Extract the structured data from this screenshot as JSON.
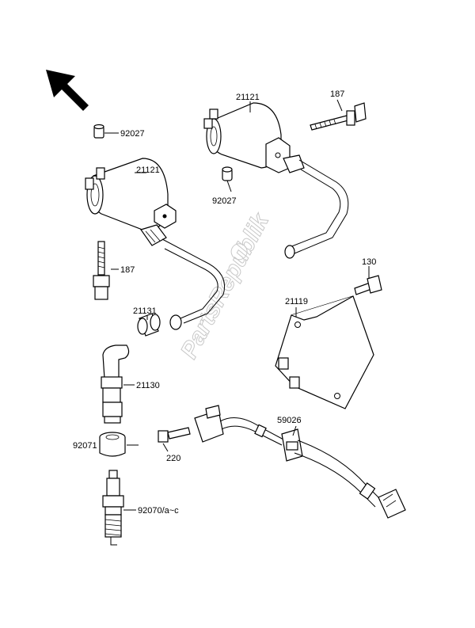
{
  "watermark": "PartsRepublik",
  "labels": {
    "p92027_top": "92027",
    "p21121_left": "21121",
    "p187_left": "187",
    "p21121_right": "21121",
    "p187_right": "187",
    "p92027_right": "92027",
    "p21131": "21131",
    "p21130": "21130",
    "p130": "130",
    "p21119": "21119",
    "p59026": "59026",
    "p92071": "92071",
    "p220": "220",
    "p92070": "92070/a~c"
  },
  "icons": {
    "direction_arrow": "front-direction-arrow-icon"
  }
}
